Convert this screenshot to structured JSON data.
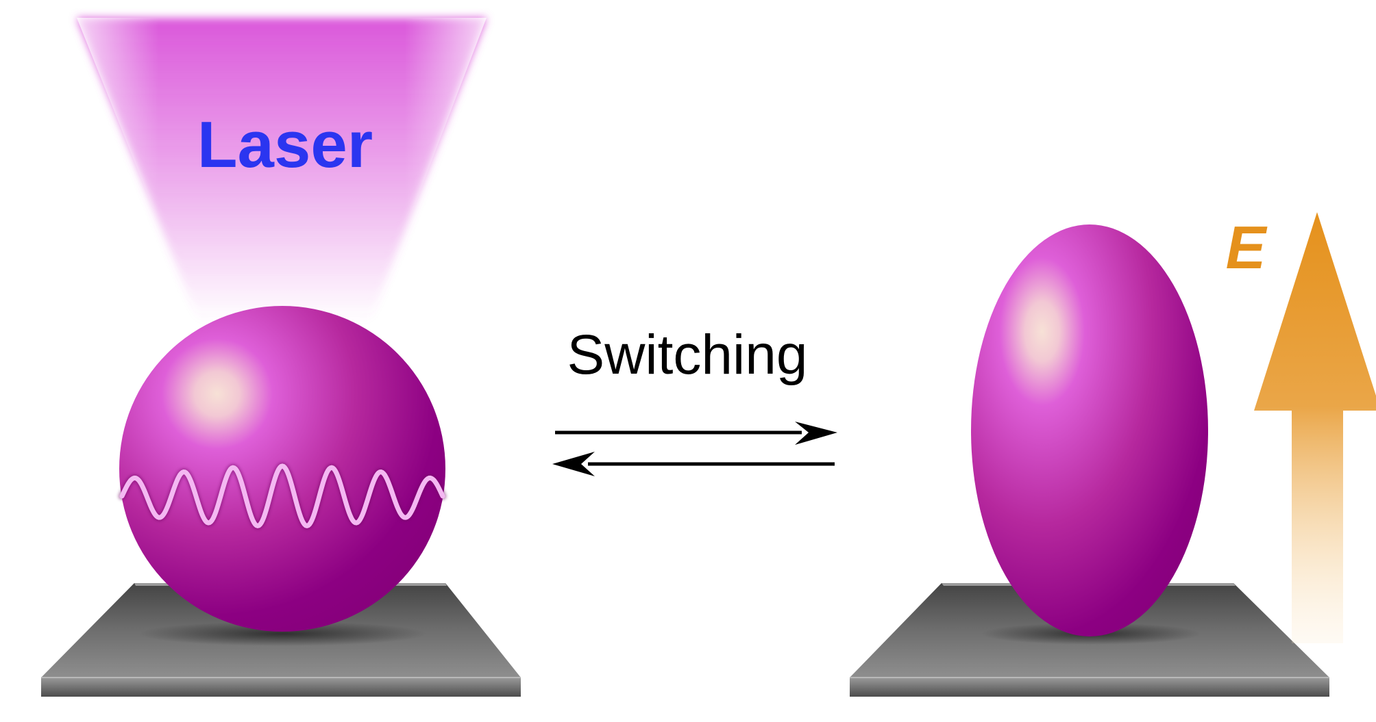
{
  "labels": {
    "laser": "Laser",
    "switching": "Switching",
    "field": "E"
  },
  "colors": {
    "laser_text": "#2b35f0",
    "laser_beam": "#d94fd9",
    "particle_highlight": "#f6dcd0",
    "particle_light": "#d64ad4",
    "particle_dark": "#8a0080",
    "wave": "#f4b8f2",
    "substrate_top_light": "#7a7a7a",
    "substrate_top_dark": "#3a3a3a",
    "substrate_edge": "#5a5a5a",
    "arrow": "#000000",
    "field_arrow": "#e5911c",
    "field_text": "#e5911c"
  }
}
